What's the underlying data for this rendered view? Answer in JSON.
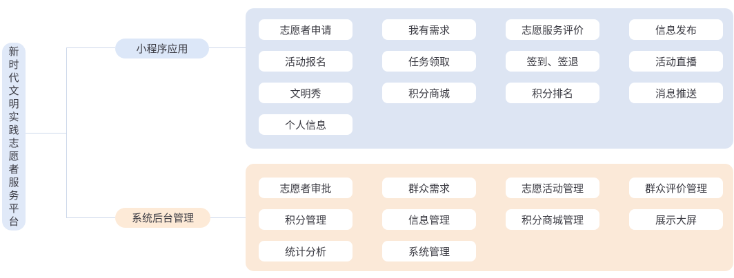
{
  "root": {
    "label": "新时代文明实践志愿者服务平台"
  },
  "branches": {
    "miniapp": {
      "label": "小程序应用",
      "items": [
        "志愿者申请",
        "我有需求",
        "志愿服务评价",
        "信息发布",
        "活动报名",
        "任务领取",
        "签到、签退",
        "活动直播",
        "文明秀",
        "积分商城",
        "积分排名",
        "消息推送",
        "个人信息"
      ]
    },
    "admin": {
      "label": "系统后台管理",
      "items": [
        "志愿者审批",
        "群众需求",
        "志愿活动管理",
        "群众评价管理",
        "积分管理",
        "信息管理",
        "积分商城管理",
        "展示大屏",
        "统计分析",
        "系统管理"
      ]
    }
  },
  "colors": {
    "root_box": "#e0e9f8",
    "blue_node": "#dce7f8",
    "blue_panel": "#dde5f3",
    "orange_node": "#fdead7",
    "orange_panel": "#fbe9d8",
    "pill_bg": "#ffffff",
    "connector": "#cdd8ea",
    "text": "#3a3a42"
  }
}
